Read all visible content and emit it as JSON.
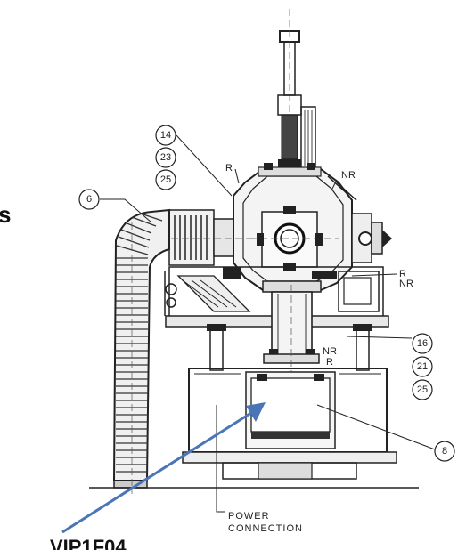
{
  "callouts": {
    "c14": "14",
    "c23": "23",
    "c25a": "25",
    "c6": "6",
    "c16": "16",
    "c21": "21",
    "c25b": "25",
    "c8": "8"
  },
  "labels": {
    "r_top": "R",
    "nr_top": "NR",
    "r_mid": "R",
    "nr_mid": "NR",
    "nr_low": "NR",
    "r_low": "R",
    "power_line1": "POWER",
    "power_line2": "CONNECTION"
  },
  "fragments": {
    "left_edge": "s",
    "bottom_left": "VIP1F04"
  },
  "colors": {
    "arrow": "#4a76b8",
    "ink": "#222222"
  }
}
